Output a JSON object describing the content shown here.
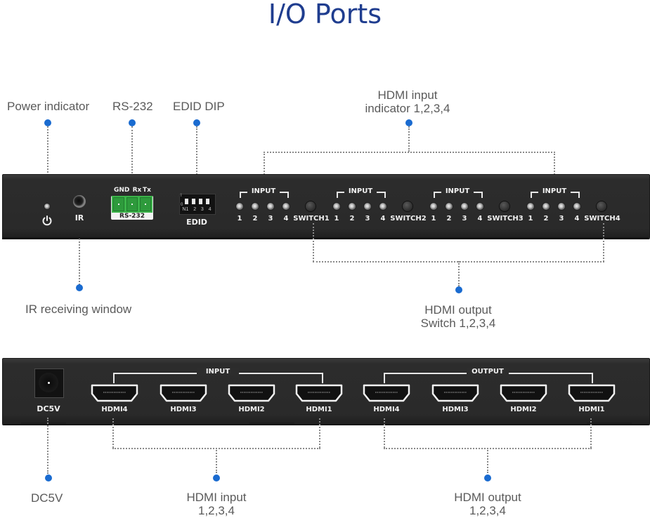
{
  "title": "I/O Ports",
  "colors": {
    "title": "#1f3d8f",
    "callout_text": "#5a5a5a",
    "marker_dot": "#1a6bd0",
    "panel": "#2b2b2b",
    "rs232_terminal": "#3cb44a"
  },
  "front_panel": {
    "callouts": {
      "power_indicator": "Power indicator",
      "rs232": "RS-232",
      "edid_dip": "EDID DIP",
      "hdmi_input_indicator_line1": "HDMI input",
      "hdmi_input_indicator_line2": "indicator 1,2,3,4",
      "ir_receiving_window": "IR receiving window",
      "hdmi_output_switch_line1": "HDMI output",
      "hdmi_output_switch_line2": "Switch 1,2,3,4"
    },
    "labels": {
      "power_icon": "power-icon",
      "ir": "IR",
      "rs232_pins": [
        "GND",
        "Rx",
        "Tx"
      ],
      "rs232_plate": "RS-232",
      "edid": "EDID",
      "dip_numbers": [
        "N1",
        "2",
        "3",
        "4"
      ],
      "dip_marks": [
        "I",
        "0"
      ]
    },
    "groups": [
      {
        "bracket": "INPUT",
        "inputs": [
          "1",
          "2",
          "3",
          "4"
        ],
        "switch": "SWITCH1"
      },
      {
        "bracket": "INPUT",
        "inputs": [
          "1",
          "2",
          "3",
          "4"
        ],
        "switch": "SWITCH2"
      },
      {
        "bracket": "INPUT",
        "inputs": [
          "1",
          "2",
          "3",
          "4"
        ],
        "switch": "SWITCH3"
      },
      {
        "bracket": "INPUT",
        "inputs": [
          "1",
          "2",
          "3",
          "4"
        ],
        "switch": "SWITCH4"
      }
    ]
  },
  "rear_panel": {
    "dc_label": "DC5V",
    "input_bracket": "INPUT",
    "output_bracket": "OUTPUT",
    "input_ports": [
      "HDMI4",
      "HDMI3",
      "HDMI2",
      "HDMI1"
    ],
    "output_ports": [
      "HDMI4",
      "HDMI3",
      "HDMI2",
      "HDMI1"
    ],
    "callouts": {
      "dc5v": "DC5V",
      "hdmi_input_line1": "HDMI input",
      "hdmi_input_line2": "1,2,3,4",
      "hdmi_output_line1": "HDMI output",
      "hdmi_output_line2": "1,2,3,4"
    }
  }
}
